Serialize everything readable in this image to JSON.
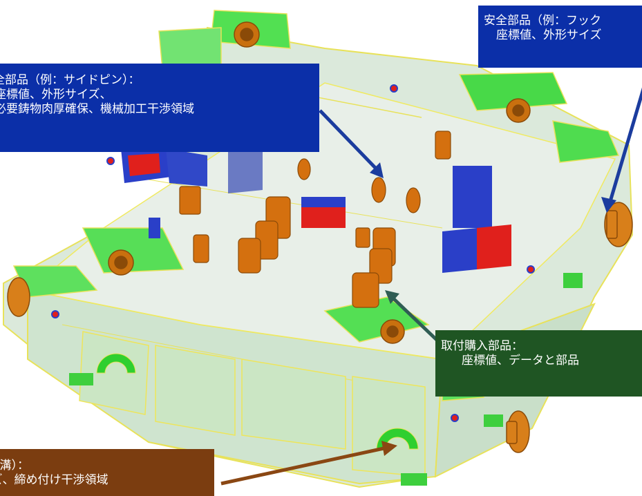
{
  "callouts": {
    "side_pin": {
      "line1": "全部品（例：サイドピン）：",
      "line2": "座標値、外形サイズ、",
      "line3": "必要鋳物肉厚確保、機械加工干渉領域",
      "color": "#0b2fa8"
    },
    "hook": {
      "line1": "安全部品（例：フック",
      "line2": "座標値、外形サイズ",
      "color": "#0b2fa8"
    },
    "purchased": {
      "line1": "取付購入部品：",
      "line2": "座標値、データと部品",
      "color": "#1f5523"
    },
    "u_groove": {
      "line1": "：U溝）：",
      "line2": "イズ、締め付け干渉領域",
      "color": "#7b3d10"
    }
  },
  "model_colors": {
    "body": "#d8ecd8",
    "pads": "#5fe35f",
    "parts": "#d4700f",
    "blue_blocks": "#2a3fc8",
    "red_blocks": "#e0201c",
    "edges": "#f2ef5a"
  },
  "arrow_colors": {
    "blue": "#1b3c9e",
    "green": "#2f5d54",
    "brown": "#8a4713"
  }
}
